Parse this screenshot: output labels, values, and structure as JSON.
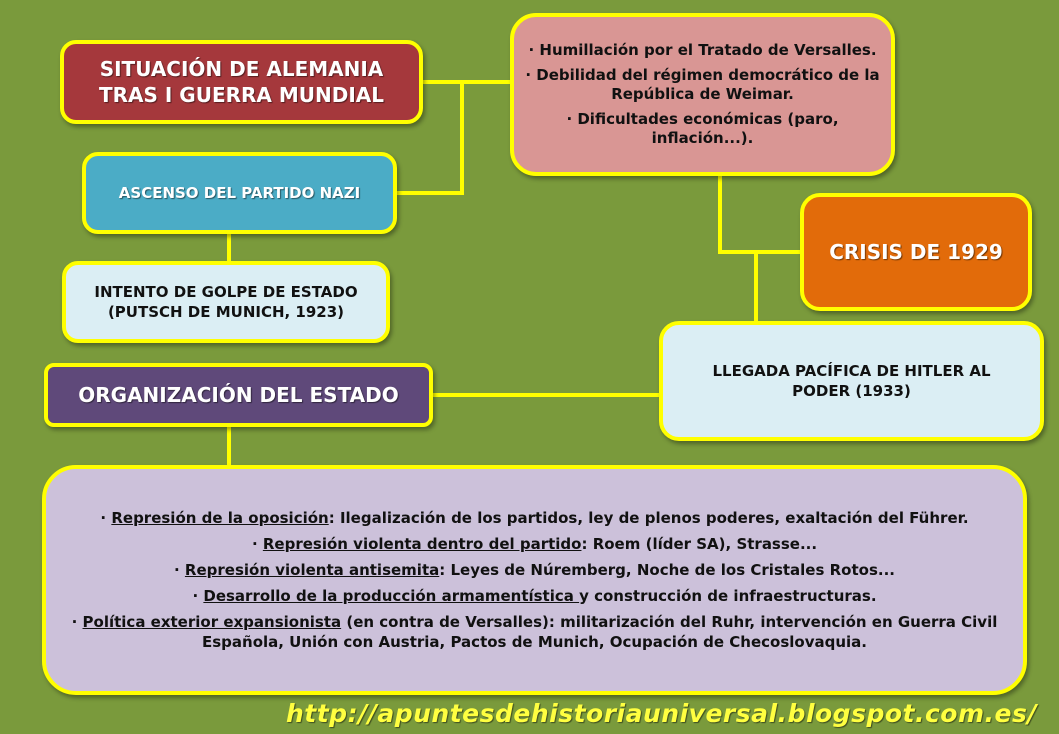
{
  "boxes": {
    "situacion": {
      "line1": "SITUACIÓN DE ALEMANIA",
      "line2": "TRAS I GUERRA MUNDIAL"
    },
    "causas": [
      "· Humillación por el Tratado de Versalles.",
      "· Debilidad del régimen democrático de la República de Weimar.",
      "· Dificultades económicas (paro, inflación...)."
    ],
    "ascenso": "ASCENSO DEL PARTIDO NAZI",
    "crisis": "CRISIS DE 1929",
    "golpe": {
      "line1": "INTENTO DE GOLPE DE ESTADO",
      "line2": "(PUTSCH DE MUNICH, 1923)"
    },
    "llegada": {
      "line1": "LLEGADA PACÍFICA DE HITLER AL",
      "line2": "PODER (1933)"
    },
    "organizacion": "ORGANIZACIÓN DEL ESTADO",
    "medidas": [
      {
        "prefix": "· ",
        "title": "Represión de la oposición",
        "text": ": Ilegalización de los partidos, ley de plenos poderes, exaltación del Führer."
      },
      {
        "prefix": "·  ",
        "title": "Represión violenta dentro del partido",
        "text": ":  Roem (líder SA), Strasse..."
      },
      {
        "prefix": "· ",
        "title": "Represión violenta antisemita",
        "text": ":  Leyes de Núremberg, Noche de los Cristales Rotos..."
      },
      {
        "prefix": "· ",
        "title": "Desarrollo de la producción armamentística ",
        "text": "y construcción de infraestructuras."
      },
      {
        "prefix": "· ",
        "title": "Política exterior expansionista",
        "text": " (en contra de Versalles):  militarización del Ruhr, intervención en Guerra Civil Española,  Unión con Austria, Pactos de Munich, Ocupación de Checoslovaquia."
      }
    ]
  },
  "footer": {
    "url": "http://apuntesdehistoriauniversal.blogspot.com.es/"
  },
  "colors": {
    "background": "#7a9a3c",
    "connector": "#ffff00",
    "situacion": "#a5383c",
    "causas": "#d99694",
    "ascenso": "#4bacc6",
    "crisis": "#e26b0a",
    "light": "#dbeef4",
    "organizacion": "#5f497a",
    "medidas": "#ccc1da"
  }
}
